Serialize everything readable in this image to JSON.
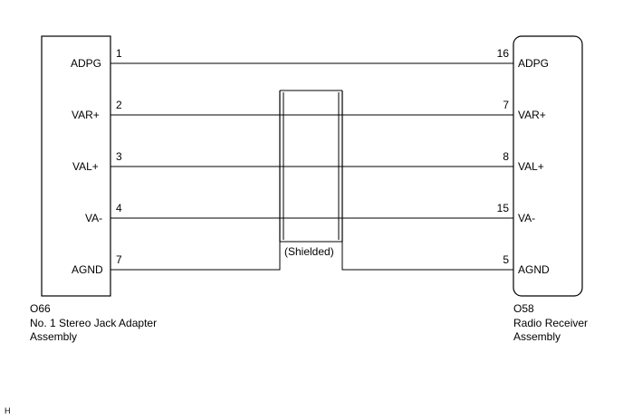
{
  "left_connector": {
    "code": "O66",
    "name_line1": "No. 1 Stereo Jack Adapter",
    "name_line2": "Assembly"
  },
  "right_connector": {
    "code": "O58",
    "name_line1": "Radio Receiver",
    "name_line2": "Assembly"
  },
  "wires": [
    {
      "signal": "ADPG",
      "left_pin": "1",
      "right_pin": "16",
      "shielded": false
    },
    {
      "signal": "VAR+",
      "left_pin": "2",
      "right_pin": "7",
      "shielded": true
    },
    {
      "signal": "VAL+",
      "left_pin": "3",
      "right_pin": "8",
      "shielded": true
    },
    {
      "signal": "VA-",
      "left_pin": "4",
      "right_pin": "15",
      "shielded": true
    },
    {
      "signal": "AGND",
      "left_pin": "7",
      "right_pin": "5",
      "shielded": false
    }
  ],
  "shield_label": "(Shielded)",
  "corner_mark": "H",
  "colors": {
    "line": "#000000",
    "background": "#ffffff"
  }
}
